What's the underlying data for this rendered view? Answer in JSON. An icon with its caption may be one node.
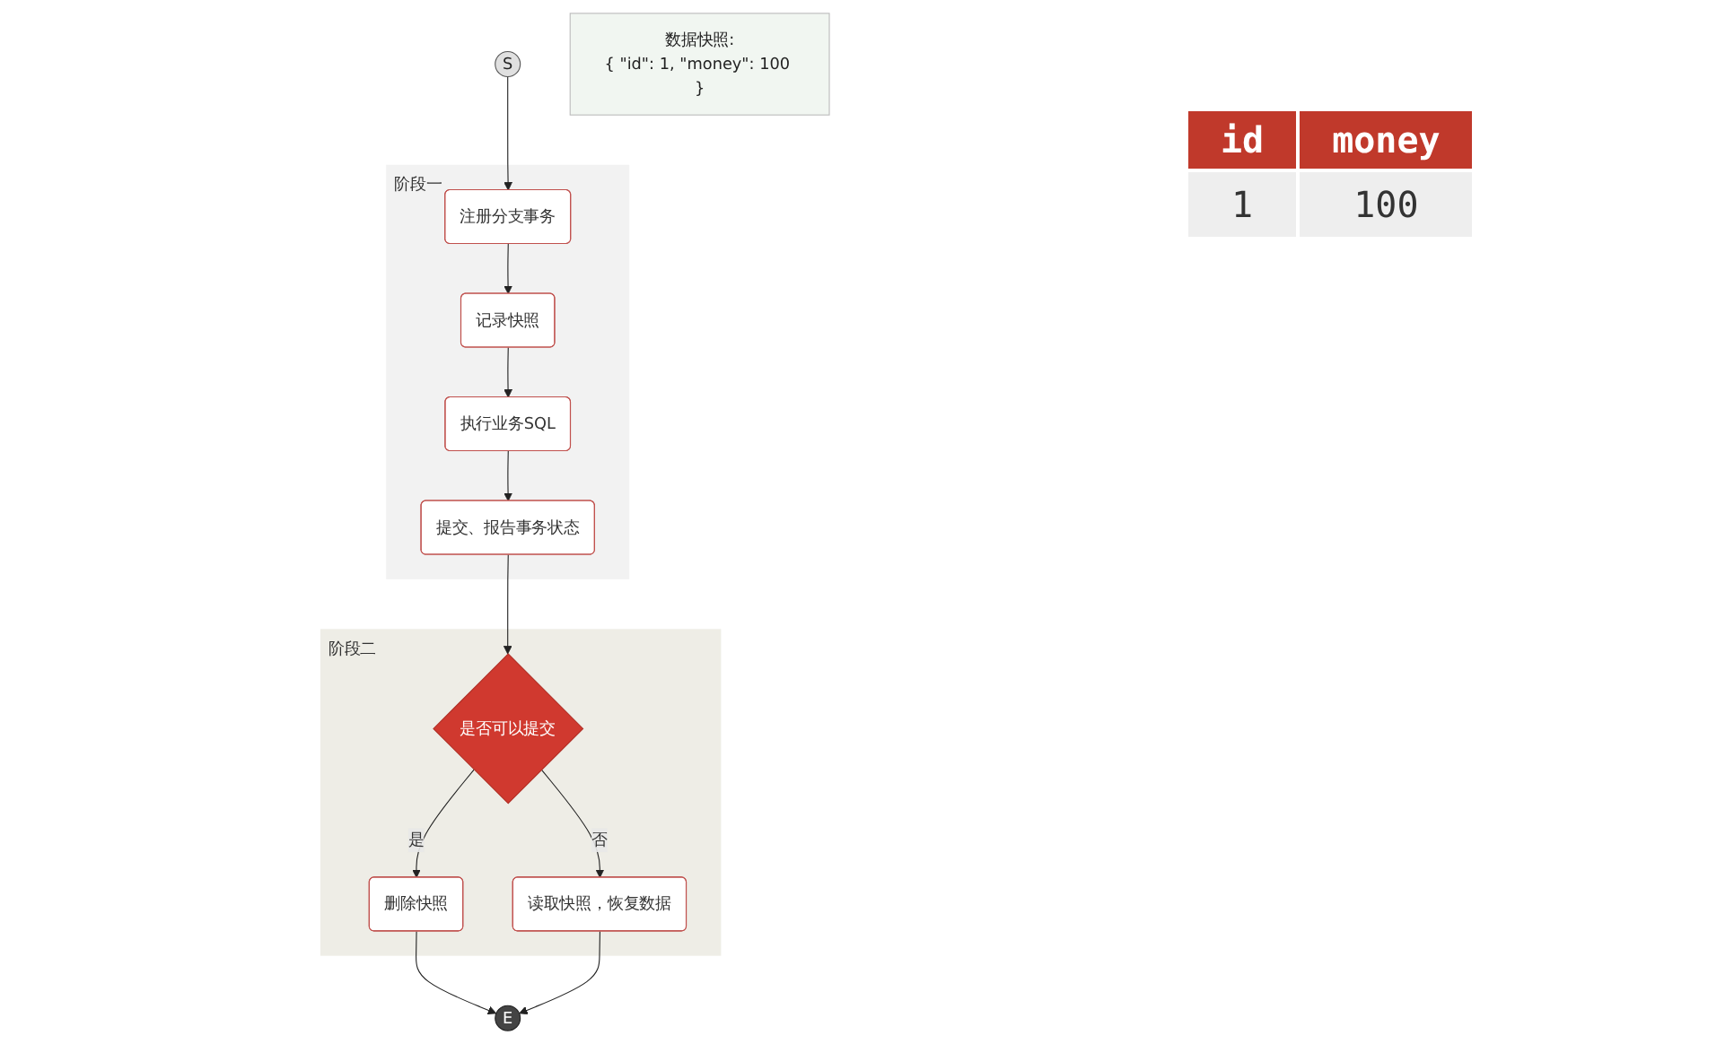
{
  "diagram": {
    "nodes": [
      {
        "text": [
          "S"
        ]
      },
      {
        "text": [
          "阶段一"
        ]
      },
      {
        "text": [
          "注册分支事务"
        ],
        "in": 1
      },
      {
        "text": [
          "记录快照"
        ],
        "in": 1
      },
      {
        "text": [
          "执行业务SQL"
        ],
        "in": 1
      },
      {
        "text": [
          "提交、报告事务状态"
        ],
        "in": 1
      },
      {
        "text": [
          "阶段二"
        ]
      },
      {
        "text": [
          "是否可以提交"
        ],
        "in": 6
      },
      {
        "text": [
          "删除快照"
        ],
        "in": 6
      },
      {
        "text": [
          "读取快照，恢复数据"
        ],
        "in": 6
      },
      {
        "text": [
          "E"
        ]
      },
      {
        "text": [
          "数据快照:",
          "{ \"id\": 1, \"money\": 100 }"
        ]
      }
    ],
    "edges": [
      {
        "from": 0,
        "to": 2,
        "arrow": "to"
      },
      {
        "from": 2,
        "to": 3,
        "arrow": "to"
      },
      {
        "from": 3,
        "to": 4,
        "arrow": "to"
      },
      {
        "from": 4,
        "to": 5,
        "arrow": "to"
      },
      {
        "from": 5,
        "to": 7,
        "arrow": "to"
      },
      {
        "from": 7,
        "to": 8,
        "arrow": "to",
        "label": "是"
      },
      {
        "from": 7,
        "to": 9,
        "arrow": "to",
        "label": "否"
      },
      {
        "from": 8,
        "to": 10,
        "arrow": "to"
      },
      {
        "from": 9,
        "to": 10,
        "arrow": "to"
      }
    ],
    "labels": [
      "id",
      "money",
      "1",
      "100"
    ]
  }
}
